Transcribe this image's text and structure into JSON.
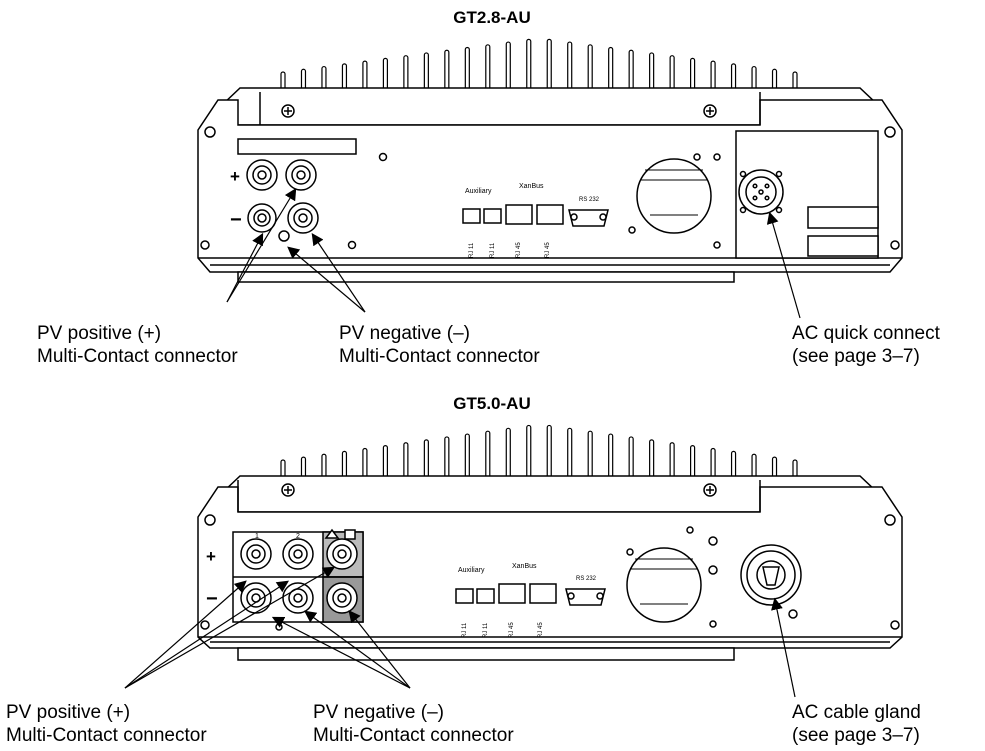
{
  "unit1": {
    "title": "GT2.8-AU",
    "labels": {
      "auxiliary": "Auxiliary",
      "xanbus": "XanBus",
      "rs232": "RS 232",
      "ports": [
        "RJ 11",
        "RJ 11",
        "RJ 45",
        "RJ 45"
      ],
      "plus": "+",
      "minus": "−"
    },
    "callouts": {
      "pv_positive": [
        "PV positive (+)",
        "Multi-Contact connector"
      ],
      "pv_negative": [
        "PV negative (–)",
        "Multi-Contact connector"
      ],
      "ac": [
        "AC quick connect",
        "(see page 3–7)"
      ]
    }
  },
  "unit2": {
    "title": "GT5.0-AU",
    "labels": {
      "auxiliary": "Auxiliary",
      "xanbus": "XanBus",
      "rs232": "RS 232",
      "ports": [
        "RJ 11",
        "RJ 11",
        "RJ 45",
        "RJ 45"
      ],
      "plus": "+",
      "minus": "−",
      "string1": "1",
      "string2": "2"
    },
    "callouts": {
      "pv_positive": [
        "PV positive (+)",
        "Multi-Contact connector"
      ],
      "pv_negative": [
        "PV negative (–)",
        "Multi-Contact connector"
      ],
      "ac": [
        "AC cable gland",
        "(see page 3–7)"
      ]
    }
  }
}
